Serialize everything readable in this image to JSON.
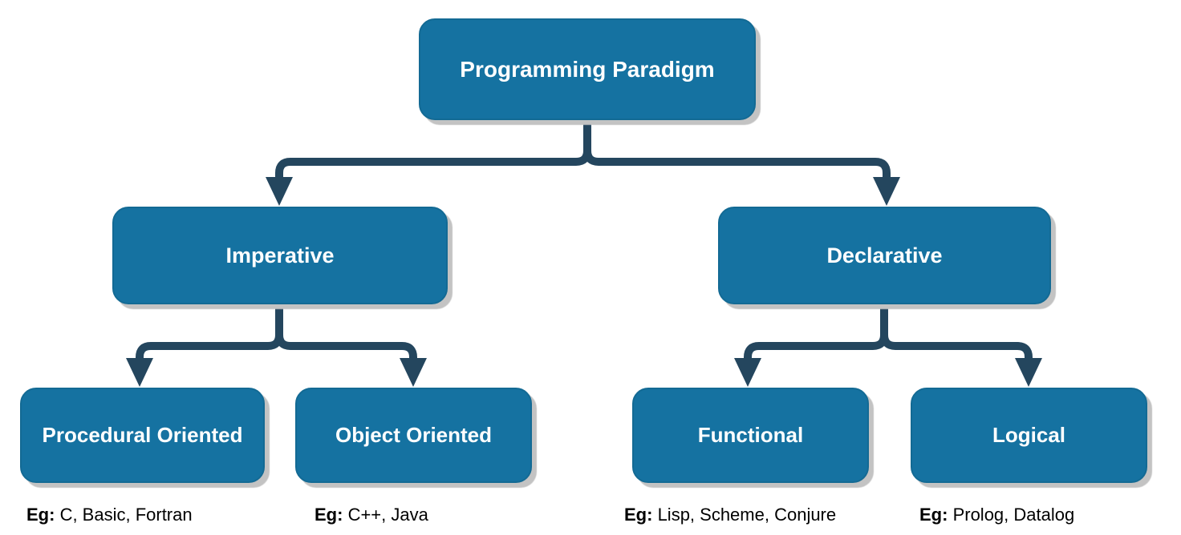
{
  "diagram": {
    "title": "Programming Paradigm",
    "colors": {
      "node_fill": "#1572a1",
      "node_border": "#136a94",
      "connector": "#24465e",
      "shadow": "#c3c3c3",
      "node_text": "#ffffff",
      "example_text": "#000000",
      "background": "#ffffff"
    },
    "nodes": {
      "root": {
        "label": "Programming Paradigm"
      },
      "imperative": {
        "label": "Imperative"
      },
      "declarative": {
        "label": "Declarative"
      },
      "procedural": {
        "label": "Procedural Oriented",
        "example_prefix": "Eg:",
        "example": " C, Basic, Fortran"
      },
      "object": {
        "label": "Object Oriented",
        "example_prefix": "Eg:",
        "example": " C++, Java"
      },
      "functional": {
        "label": "Functional",
        "example_prefix": "Eg:",
        "example": " Lisp, Scheme, Conjure"
      },
      "logical": {
        "label": "Logical",
        "example_prefix": "Eg:",
        "example": " Prolog, Datalog"
      }
    },
    "edges": [
      {
        "from": "root",
        "to": [
          "imperative",
          "declarative"
        ]
      },
      {
        "from": "imperative",
        "to": [
          "procedural",
          "object"
        ]
      },
      {
        "from": "declarative",
        "to": [
          "functional",
          "logical"
        ]
      }
    ]
  }
}
